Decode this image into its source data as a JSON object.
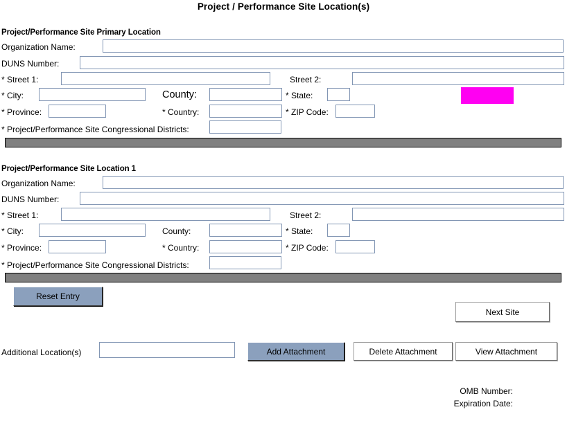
{
  "page": {
    "title": "Project / Performance Site Location(s)"
  },
  "sections": [
    {
      "heading": "Project/Performance Site Primary Location",
      "fields": {
        "organization_name_label": "Organization Name:",
        "organization_name_value": "",
        "duns_number_label": "DUNS Number:",
        "duns_number_value": "",
        "street1_label": "* Street 1:",
        "street1_value": "",
        "street2_label": "Street 2:",
        "street2_value": "",
        "city_label": "* City:",
        "city_value": "",
        "county_label": "County:",
        "county_value": "",
        "state_label": "* State:",
        "state_value": "",
        "province_label": "* Province:",
        "province_value": "",
        "country_label": "* Country:",
        "country_value": "",
        "zip_label": "* ZIP Code:",
        "zip_value": "",
        "districts_label": "* Project/Performance Site Congressional Districts:",
        "districts_value": ""
      }
    },
    {
      "heading": "Project/Performance Site Location 1",
      "fields": {
        "organization_name_label": "Organization Name:",
        "organization_name_value": "",
        "duns_number_label": "DUNS Number:",
        "duns_number_value": "",
        "street1_label": "* Street 1:",
        "street1_value": "",
        "street2_label": "Street 2:",
        "street2_value": "",
        "city_label": "* City:",
        "city_value": "",
        "county_label": "County:",
        "county_value": "",
        "state_label": "* State:",
        "state_value": "",
        "province_label": "* Province:",
        "province_value": "",
        "country_label": "* Country:",
        "country_value": "",
        "zip_label": "* ZIP Code:",
        "zip_value": "",
        "districts_label": "* Project/Performance Site Congressional Districts:",
        "districts_value": ""
      }
    }
  ],
  "actions": {
    "reset_entry_label": "Reset Entry",
    "next_site_label": "Next Site",
    "additional_locations_label": "Additional Location(s)",
    "additional_locations_value": "",
    "add_attachment_label": "Add Attachment",
    "delete_attachment_label": "Delete Attachment",
    "view_attachment_label": "View  Attachment"
  },
  "footer": {
    "omb_number_label": "OMB Number:",
    "expiration_date_label": "Expiration Date:"
  },
  "colors": {
    "field_border": "#8296b4",
    "separator_bar": "#808080",
    "button_blue": "#8ba0bd",
    "highlight_magenta": "#ff00f2"
  }
}
